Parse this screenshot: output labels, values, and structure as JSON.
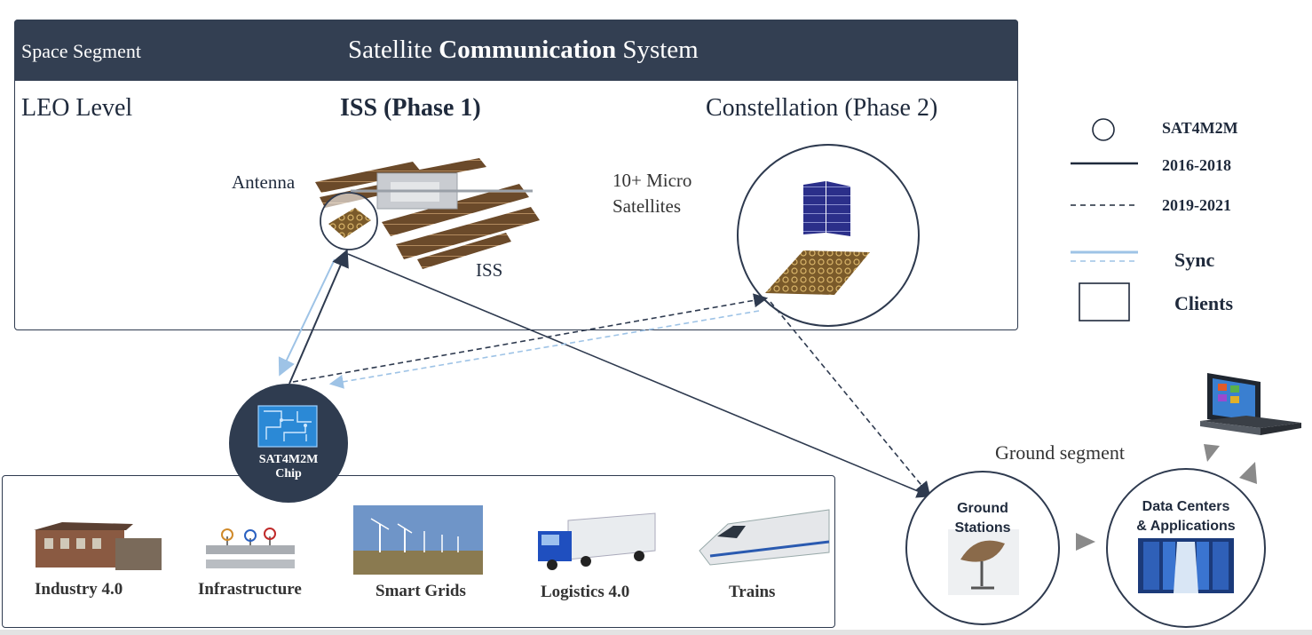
{
  "header": {
    "segment_label": "Space Segment",
    "title_pre": "Satellite ",
    "title_bold": "Communication",
    "title_post": " System"
  },
  "space": {
    "leo_label": "LEO Level",
    "iss_title": "ISS (Phase 1)",
    "constellation_title": "Constellation (Phase 2)",
    "antenna_label": "Antenna",
    "iss_label": "ISS",
    "micro_line1": "10+ Micro",
    "micro_line2": "Satellites"
  },
  "legend": {
    "sat": "SAT4M2M",
    "phase1": "2016-2018",
    "phase2": "2019-2021",
    "sync": "Sync",
    "clients": "Clients"
  },
  "chip": {
    "line1": "SAT4M2M",
    "line2": "Chip"
  },
  "clients": [
    "Industry 4.0",
    "Infrastructure",
    "Smart Grids",
    "Logistics 4.0",
    "Trains"
  ],
  "ground": {
    "segment_label": "Ground segment",
    "stations_line1": "Ground",
    "stations_line2": "Stations",
    "dc_line1": "Data Centers",
    "dc_line2": "& Applications"
  },
  "colors": {
    "header_bg": "#333f52",
    "line_dark": "#2e3a4f",
    "sync_blue": "#9ec3e6",
    "arrow_grey": "#8a8a8a"
  }
}
